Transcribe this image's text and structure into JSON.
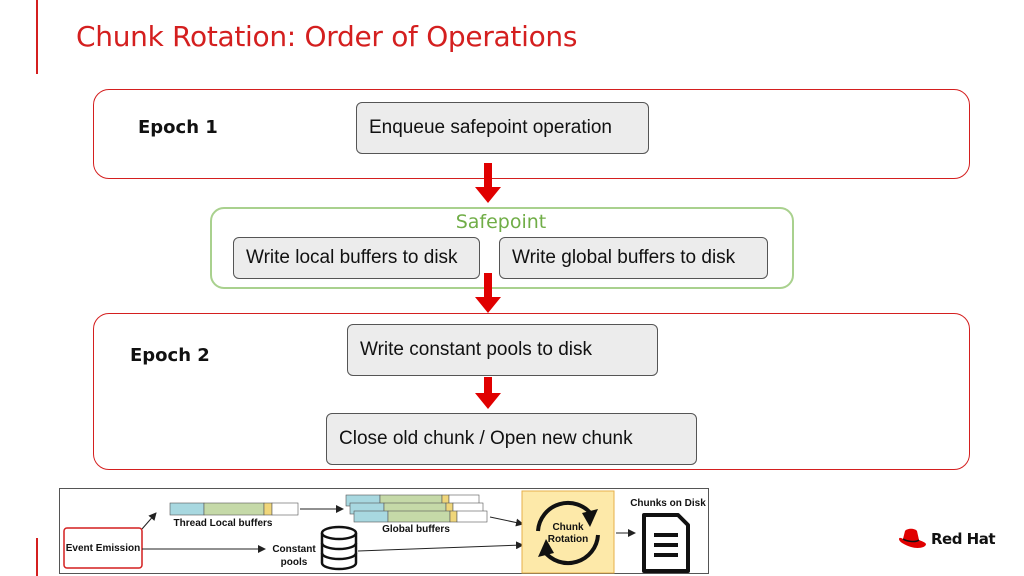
{
  "slide": {
    "title": "Chunk Rotation: Order of Operations",
    "accent_color": "#d41f1f",
    "safepoint_color": "#70ad47"
  },
  "epoch1": {
    "label": "Epoch 1",
    "operations": [
      "Enqueue safepoint operation"
    ]
  },
  "safepoint": {
    "label": "Safepoint",
    "operations": [
      "Write local buffers to disk",
      "Write global buffers to disk"
    ]
  },
  "epoch2": {
    "label": "Epoch 2",
    "operations": [
      "Write constant pools to disk",
      "Close old chunk / Open new chunk"
    ]
  },
  "mini_diagram": {
    "event_emission": "Event Emission",
    "thread_local_buffers": "Thread Local buffers",
    "global_buffers": "Global buffers",
    "constant_pools_line1": "Constant",
    "constant_pools_line2": "pools",
    "chunk_rotation_line1": "Chunk",
    "chunk_rotation_line2": "Rotation",
    "chunks_on_disk": "Chunks on Disk",
    "icons": [
      "database-icon",
      "rotation-arrows-icon",
      "document-icon"
    ]
  },
  "logo": {
    "text": "Red Hat",
    "icon": "red-hat-fedora-icon"
  }
}
